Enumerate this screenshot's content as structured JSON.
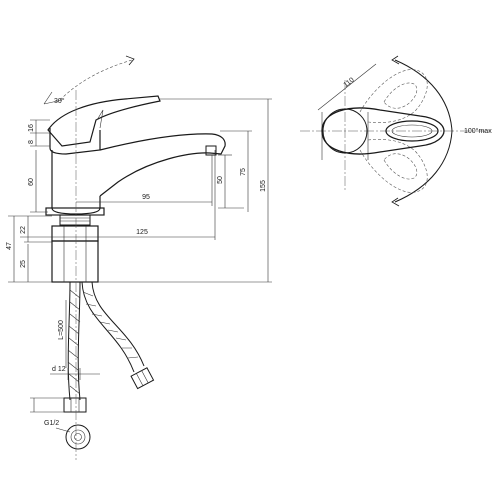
{
  "title": "",
  "dimensions": {
    "handle_angle": "30°",
    "d8": "8",
    "d16": "16",
    "d60": "60",
    "d95": "95",
    "d50": "50",
    "d75": "75",
    "d155": "155",
    "d125": "125",
    "d47": "47",
    "d22": "22",
    "d25": "25",
    "hose_length": "L=500",
    "hose_diameter": "d 12",
    "thread": "G1/2",
    "top_width": "110",
    "rotation": "100°max"
  },
  "colors": {
    "line": "#1a1a1a",
    "background": "#ffffff"
  }
}
